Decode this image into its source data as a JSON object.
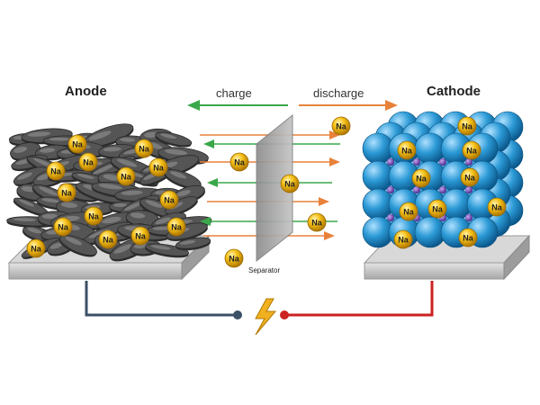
{
  "labels": {
    "anode": "Anode",
    "cathode": "Cathode",
    "charge": "charge",
    "discharge": "discharge",
    "separator": "Separator",
    "ion": "Na"
  },
  "icons": {
    "power": "lightning-bolt"
  },
  "colors": {
    "charge_arrow": "#3aa84a",
    "discharge_arrow": "#e8823a",
    "ion_fill": "#f2b90c",
    "cathode_sphere": "#2c9ad6",
    "cathode_dot": "#6a3aa8",
    "anode_flake": "#555555",
    "anode_wire": "#3c5066",
    "cathode_wire": "#cc2222",
    "bolt": "#f0b020"
  }
}
